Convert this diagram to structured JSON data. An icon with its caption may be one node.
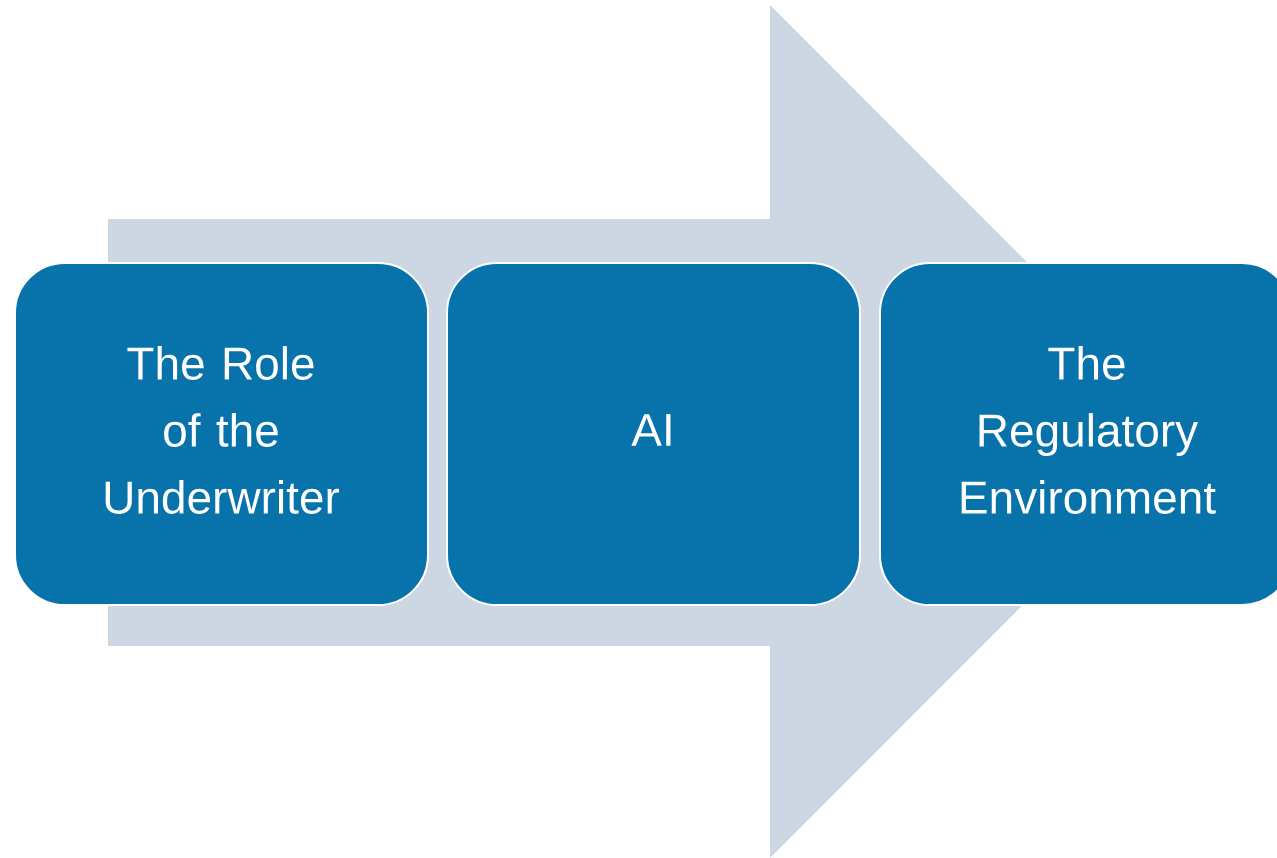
{
  "diagram": {
    "nodes": [
      {
        "text": [
          "The Role of the Underwriter"
        ]
      },
      {
        "text": [
          "AI"
        ]
      },
      {
        "text": [
          "The Regulatory Environment"
        ]
      }
    ],
    "edges": [
      {
        "from": 0,
        "to": 2,
        "arrow": "to"
      }
    ]
  }
}
